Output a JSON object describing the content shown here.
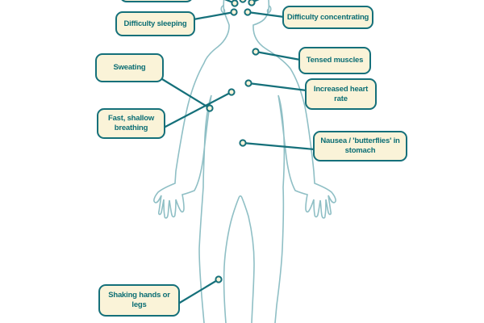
{
  "diagram": {
    "description": "Outline of a human body with connection dots linking physical stress symptoms to body areas",
    "labels": [
      {
        "id": "top-cutoff",
        "text": ""
      },
      {
        "id": "difficulty-sleeping",
        "text": "Difficulty sleeping"
      },
      {
        "id": "difficulty-concentrating",
        "text": "Difficulty concentrating"
      },
      {
        "id": "sweating",
        "text": "Sweating"
      },
      {
        "id": "tensed-muscles",
        "text": "Tensed muscles"
      },
      {
        "id": "increased-heart-rate",
        "text": "Increased heart rate"
      },
      {
        "id": "fast-shallow-breathing",
        "text": "Fast, shallow breathing"
      },
      {
        "id": "nausea-butterflies",
        "text": "Nausea / 'butterflies' in stomach"
      },
      {
        "id": "shaking-hands-legs",
        "text": "Shaking hands or legs"
      }
    ],
    "connection_points": [
      "head-dot-1",
      "head-dot-2",
      "head-dot-3",
      "head-dot-4",
      "head-dot-5",
      "shoulder-dot",
      "heart-dot",
      "chest-dot",
      "underarm-dot",
      "stomach-dot",
      "hand-leg-dot"
    ],
    "colors": {
      "accent_teal": "#15707a",
      "box_fill": "#faf3d8",
      "label_text": "#0c6e74",
      "body_outline": "#8fbfc5",
      "background": "#ffffff"
    }
  }
}
